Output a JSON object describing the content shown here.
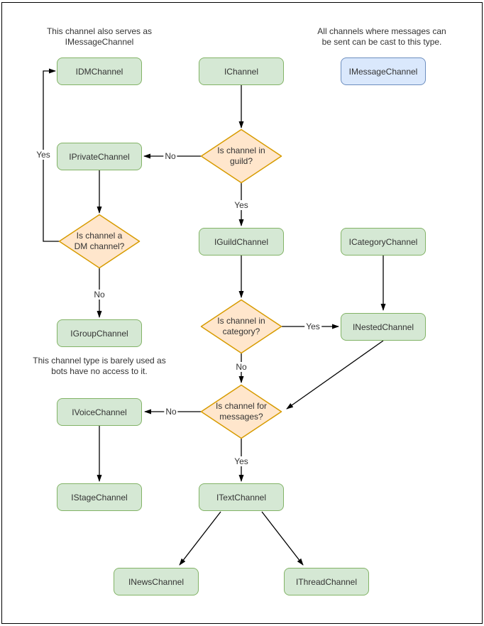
{
  "notes": {
    "dm": "This channel also serves as\nIMessageChannel",
    "message": "All channels where messages can\nbe sent can be cast to this type.",
    "stage": "This channel type is barely used as\nbots have no access to it."
  },
  "nodes": {
    "idm": "IDMChannel",
    "channel": "IChannel",
    "message": "IMessageChannel",
    "private": "IPrivateChannel",
    "guild": "IGuildChannel",
    "category": "ICategoryChannel",
    "group": "IGroupChannel",
    "nested": "INestedChannel",
    "voice": "IVoiceChannel",
    "stage": "IStageChannel",
    "text": "ITextChannel",
    "news": "INewsChannel",
    "thread": "IThreadChannel"
  },
  "decisions": {
    "in_guild": "Is channel in\nguild?",
    "is_dm": "Is channel a\nDM channel?",
    "in_category": "Is channel in\ncategory?",
    "for_messages": "Is channel for\nmessages?"
  },
  "edge_labels": {
    "guild_no": "No",
    "guild_yes": "Yes",
    "dm_yes": "Yes",
    "dm_no": "No",
    "category_yes": "Yes",
    "category_no": "No",
    "messages_no": "No",
    "messages_yes": "Yes"
  },
  "colors": {
    "node_fill": "#d5e8d4",
    "node_stroke": "#82b366",
    "decision_fill": "#ffe6cc",
    "decision_stroke": "#d79b00",
    "cast_fill": "#dae8fc",
    "cast_stroke": "#6c8ebf",
    "edge": "#000000",
    "text": "#333333"
  },
  "flow": [
    {
      "from": "IChannel",
      "to": "Is channel in guild?",
      "label": ""
    },
    {
      "from": "Is channel in guild?",
      "to": "IPrivateChannel",
      "label": "No"
    },
    {
      "from": "Is channel in guild?",
      "to": "IGuildChannel",
      "label": "Yes"
    },
    {
      "from": "IPrivateChannel",
      "to": "Is channel a DM channel?",
      "label": ""
    },
    {
      "from": "Is channel a DM channel?",
      "to": "IDMChannel",
      "label": "Yes"
    },
    {
      "from": "Is channel a DM channel?",
      "to": "IGroupChannel",
      "label": "No"
    },
    {
      "from": "IGuildChannel",
      "to": "Is channel in category?",
      "label": ""
    },
    {
      "from": "Is channel in category?",
      "to": "INestedChannel",
      "label": "Yes"
    },
    {
      "from": "Is channel in category?",
      "to": "Is channel for messages?",
      "label": "No"
    },
    {
      "from": "ICategoryChannel",
      "to": "INestedChannel",
      "label": ""
    },
    {
      "from": "INestedChannel",
      "to": "Is channel for messages?",
      "label": ""
    },
    {
      "from": "Is channel for messages?",
      "to": "IVoiceChannel",
      "label": "No"
    },
    {
      "from": "Is channel for messages?",
      "to": "ITextChannel",
      "label": "Yes"
    },
    {
      "from": "IVoiceChannel",
      "to": "IStageChannel",
      "label": ""
    },
    {
      "from": "ITextChannel",
      "to": "INewsChannel",
      "label": ""
    },
    {
      "from": "ITextChannel",
      "to": "IThreadChannel",
      "label": ""
    }
  ]
}
